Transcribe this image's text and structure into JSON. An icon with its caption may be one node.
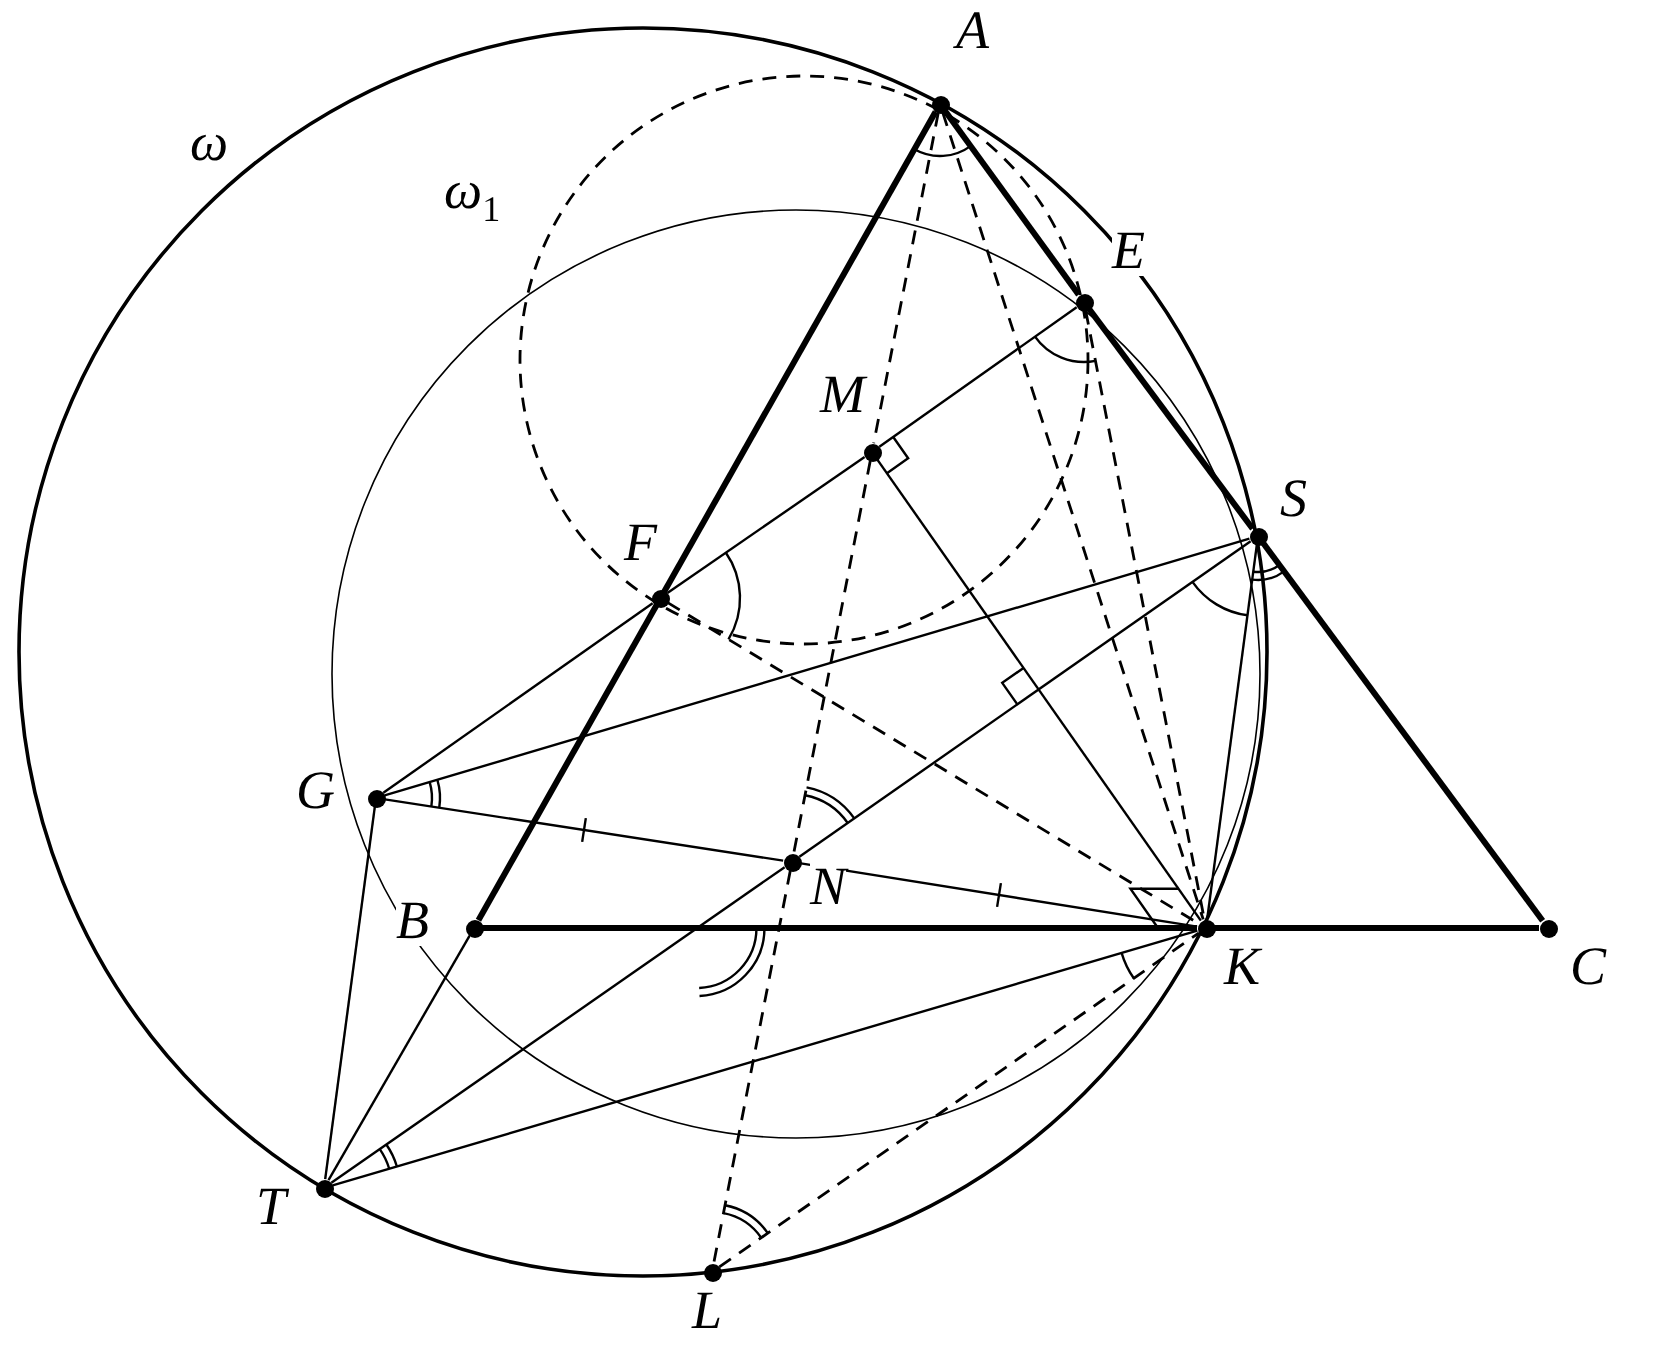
{
  "diagram": {
    "nodes": [
      {
        "text": [
          "A"
        ]
      },
      {
        "text": [
          "E"
        ]
      },
      {
        "text": [
          "M"
        ]
      },
      {
        "text": [
          "S"
        ]
      },
      {
        "text": [
          "F"
        ]
      },
      {
        "text": [
          "G"
        ]
      },
      {
        "text": [
          "N"
        ]
      },
      {
        "text": [
          "B"
        ]
      },
      {
        "text": [
          "K"
        ]
      },
      {
        "text": [
          "C"
        ]
      },
      {
        "text": [
          "T"
        ]
      },
      {
        "text": [
          "L"
        ]
      }
    ],
    "edges": [
      {
        "from": 0,
        "to": 7,
        "arrow": "none",
        "style": "thick"
      },
      {
        "from": 7,
        "to": 8,
        "arrow": "none",
        "style": "thick"
      },
      {
        "from": 8,
        "to": 9,
        "arrow": "none",
        "style": "thick"
      },
      {
        "from": 0,
        "to": 1,
        "arrow": "none",
        "style": "thick"
      },
      {
        "from": 1,
        "to": 3,
        "arrow": "none",
        "style": "thick"
      },
      {
        "from": 3,
        "to": 9,
        "arrow": "none",
        "style": "thick"
      },
      {
        "from": 7,
        "to": 10,
        "arrow": "none"
      },
      {
        "from": 10,
        "to": 6,
        "arrow": "none"
      },
      {
        "from": 6,
        "to": 3,
        "arrow": "none"
      },
      {
        "from": 4,
        "to": 2,
        "arrow": "none"
      },
      {
        "from": 2,
        "to": 1,
        "arrow": "none"
      },
      {
        "from": 2,
        "to": 8,
        "arrow": "none"
      },
      {
        "from": 5,
        "to": 4,
        "arrow": "none"
      },
      {
        "from": 5,
        "to": 3,
        "arrow": "none"
      },
      {
        "from": 5,
        "to": 6,
        "arrow": "none"
      },
      {
        "from": 6,
        "to": 8,
        "arrow": "none"
      },
      {
        "from": 5,
        "to": 10,
        "arrow": "none"
      },
      {
        "from": 10,
        "to": 8,
        "arrow": "none"
      },
      {
        "from": 3,
        "to": 8,
        "arrow": "none"
      },
      {
        "from": 0,
        "to": 2,
        "arrow": "none",
        "style": "dashed"
      },
      {
        "from": 2,
        "to": 6,
        "arrow": "none",
        "style": "dashed"
      },
      {
        "from": 6,
        "to": 11,
        "arrow": "none",
        "style": "dashed"
      },
      {
        "from": 0,
        "to": 8,
        "arrow": "none",
        "style": "dashed"
      },
      {
        "from": 1,
        "to": 8,
        "arrow": "none",
        "style": "dashed"
      },
      {
        "from": 4,
        "to": 8,
        "arrow": "none",
        "style": "dashed"
      },
      {
        "from": 11,
        "to": 8,
        "arrow": "none",
        "style": "dashed"
      }
    ],
    "labels": [
      "ω",
      "ω$_{1}$"
    ]
  }
}
